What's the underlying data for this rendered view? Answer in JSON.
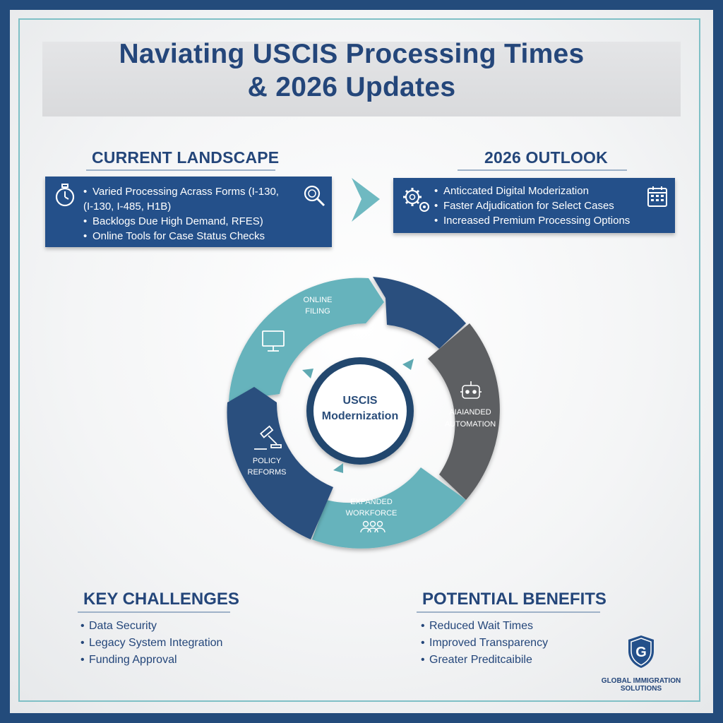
{
  "title": {
    "line1": "Naviating USCIS Processing Times",
    "line2": "& 2026 Updates"
  },
  "current_landscape": {
    "heading": "CURRENT LANDSCAPE",
    "items": [
      "Varied Processing Acrass Forms (I-130,",
      "(I-130, I-485, H1B)",
      "Backlogs Due High Demand, RFES)",
      "Online Tools for Case Status Checks"
    ]
  },
  "outlook": {
    "heading": "2026 OUTLOOK",
    "items": [
      "Anticcated Digital Moderization",
      "Faster Adjudication for Select Cases",
      "Increased Premium Processing Options"
    ]
  },
  "cycle": {
    "center_line1": "USCIS",
    "center_line2": "Modernization",
    "online_filing_1": "ONLINE",
    "online_filing_2": "FILING",
    "automation_1": "AIAIANDED",
    "automation_2": "AUTOMATION",
    "workforce_1": "EXPANDED",
    "workforce_2": "WORKFORCE",
    "policy_1": "POLICY",
    "policy_2": "REFORMS"
  },
  "challenges": {
    "heading": "KEY CHALLENGES",
    "items": [
      "Data Security",
      "Legacy System Integration",
      "Funding Approval"
    ]
  },
  "benefits": {
    "heading": "POTENTIAL BENEFITS",
    "items": [
      "Reduced Wait Times",
      "Improved Transparency",
      "Greater Preditcaibile"
    ]
  },
  "logo": {
    "letter": "G",
    "line1": "GLOBAL IMMIGRATION",
    "line2": "SOLUTIONS"
  },
  "colors": {
    "navy": "#24508a",
    "dark_navy": "#2a4d7a",
    "teal": "#64b1bb",
    "gray": "#5d5f62",
    "border_teal": "#7fc0c6"
  },
  "icons": [
    "stopwatch-icon",
    "magnifier-icon",
    "gears-icon",
    "calendar-icon",
    "monitor-icon",
    "robot-icon",
    "people-icon",
    "gavel-icon",
    "shield-icon",
    "chevron-right-icon"
  ]
}
